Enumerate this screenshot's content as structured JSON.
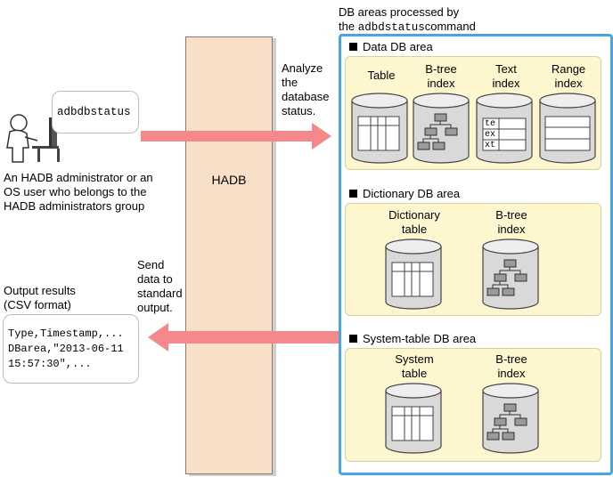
{
  "processed": {
    "title_line1": "DB areas processed by",
    "title_the": "the",
    "title_cmd": "adbdstatus",
    "title_command": "command"
  },
  "command": "adbdbstatus",
  "admin_lines": [
    "An HADB administrator or an",
    "OS user who belongs to the",
    "HADB administrators group"
  ],
  "server": "HADB",
  "analyze_lines": [
    "Analyze",
    "the",
    "database",
    "status."
  ],
  "send_lines": [
    "Send",
    "data to",
    "standard",
    "output."
  ],
  "output": {
    "title_lines": [
      "Output results",
      "(CSV format)"
    ],
    "csv_lines": [
      "Type,Timestamp,...",
      "DBarea,\"2013-06-11",
      "15:57:30\",..."
    ]
  },
  "data_area": {
    "title": "Data DB area",
    "items": [
      {
        "label": [
          "Table"
        ],
        "icon": "table-icon"
      },
      {
        "label": [
          "B-tree",
          "index"
        ],
        "icon": "btree-icon"
      },
      {
        "label": [
          "Text",
          "index"
        ],
        "icon": "text-index-icon",
        "cells": [
          "te",
          "ex",
          "xt"
        ]
      },
      {
        "label": [
          "Range",
          "index"
        ],
        "icon": "range-index-icon"
      }
    ]
  },
  "dict_area": {
    "title": "Dictionary DB area",
    "items": [
      {
        "label": [
          "Dictionary",
          "table"
        ],
        "icon": "table-icon"
      },
      {
        "label": [
          "B-tree",
          "index"
        ],
        "icon": "btree-icon"
      }
    ]
  },
  "sys_area": {
    "title": "System-table DB area",
    "items": [
      {
        "label": [
          "System",
          "table"
        ],
        "icon": "table-icon"
      },
      {
        "label": [
          "B-tree",
          "index"
        ],
        "icon": "btree-icon"
      }
    ]
  },
  "colors": {
    "arrow": "#f5888a",
    "hadb_bar": "#f8dfc8",
    "area_pane": "#fdf6cf",
    "outline": "#4aa3e3",
    "cylinder": "#d9d9d9",
    "btree_box": "#9a9a9a"
  }
}
